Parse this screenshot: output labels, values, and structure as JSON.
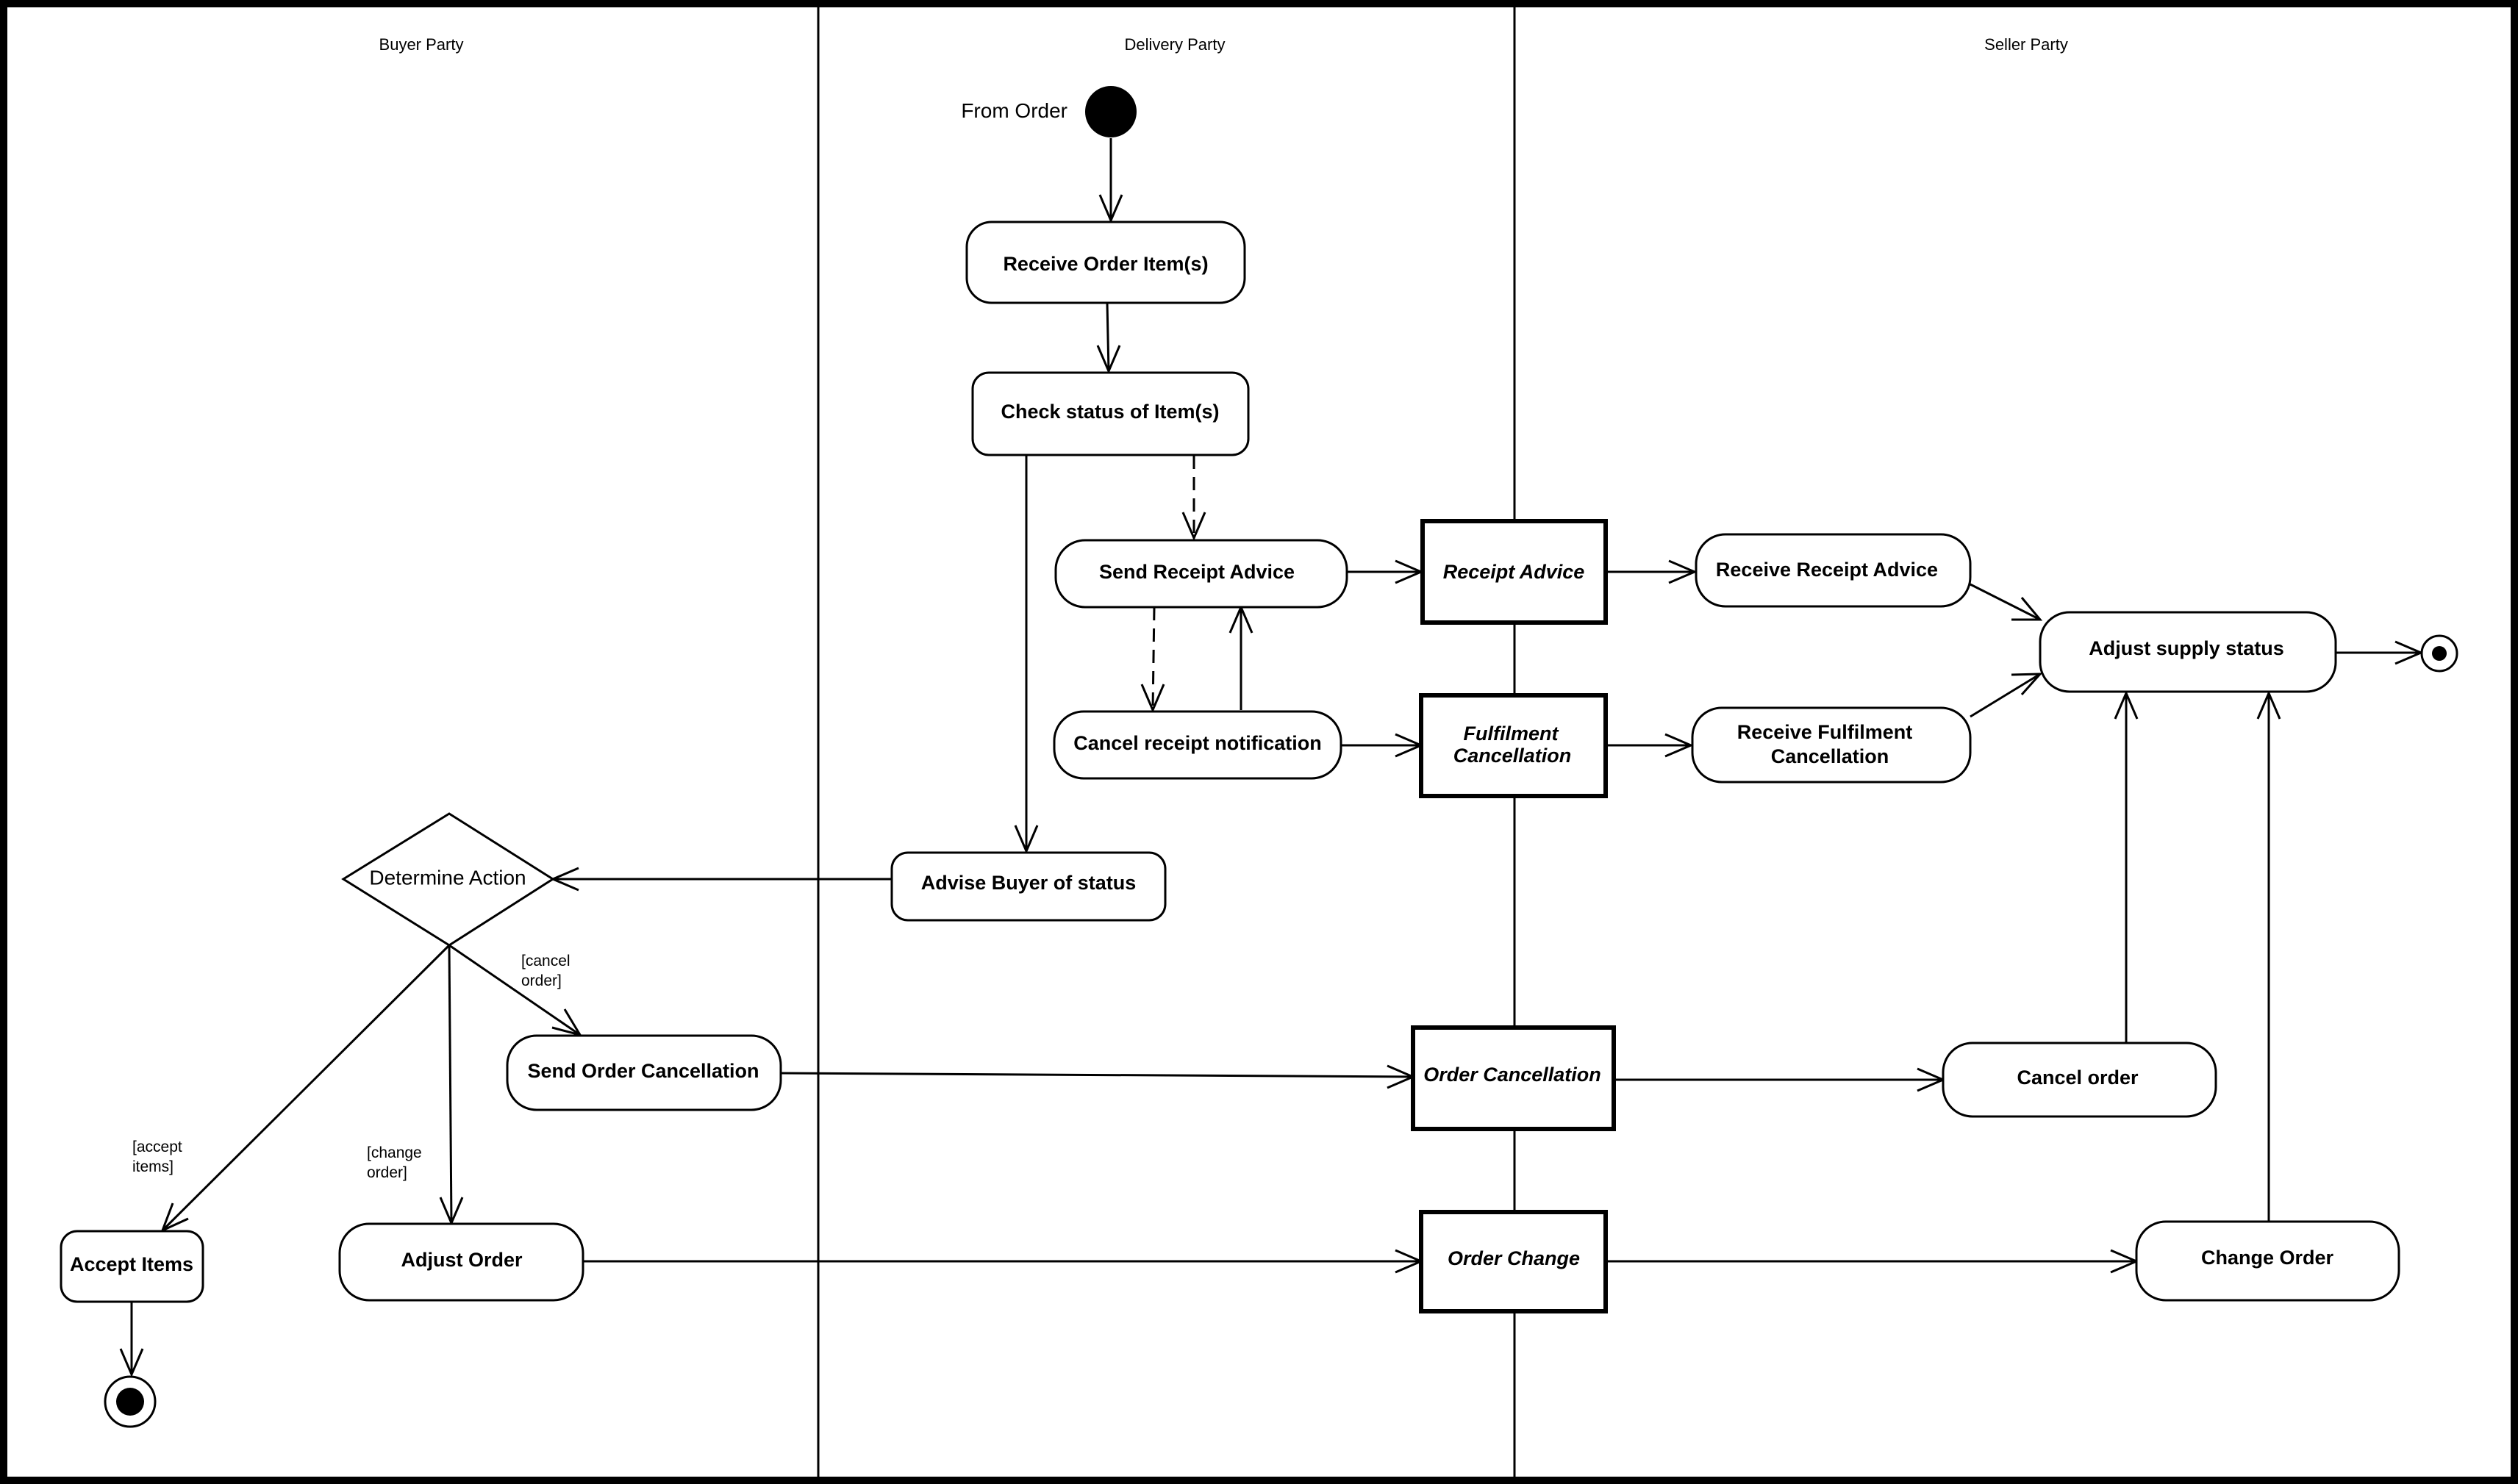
{
  "lanes": [
    {
      "id": "buyer",
      "title": "Buyer Party"
    },
    {
      "id": "delivery",
      "title": "Delivery Party"
    },
    {
      "id": "seller",
      "title": "Seller Party"
    }
  ],
  "start_label": "From Order",
  "activities": {
    "receive_order_items": "Receive Order Item(s)",
    "check_status": "Check status of Item(s)",
    "send_receipt_advice": "Send Receipt Advice",
    "cancel_receipt_notification": "Cancel receipt notification",
    "advise_buyer": "Advise Buyer of status",
    "receive_receipt_advice": "Receive Receipt Advice",
    "receive_fulfilment_cancellation": [
      "Receive Fulfilment",
      "Cancellation"
    ],
    "adjust_supply_status": "Adjust supply status",
    "send_order_cancellation": "Send Order Cancellation",
    "cancel_order": "Cancel order",
    "change_order": "Change Order",
    "accept_items": "Accept Items",
    "adjust_order": "Adjust Order"
  },
  "objects": {
    "receipt_advice": "Receipt Advice",
    "fulfilment_cancellation": [
      "Fulfilment",
      "Cancellation"
    ],
    "order_cancellation": "Order Cancellation",
    "order_change": "Order Change"
  },
  "decision": {
    "label": "Determine Action"
  },
  "guards": {
    "cancel_order": [
      "[cancel",
      "order]"
    ],
    "accept_items": [
      "[accept",
      "items]"
    ],
    "change_order": [
      "[change",
      "order]"
    ]
  }
}
